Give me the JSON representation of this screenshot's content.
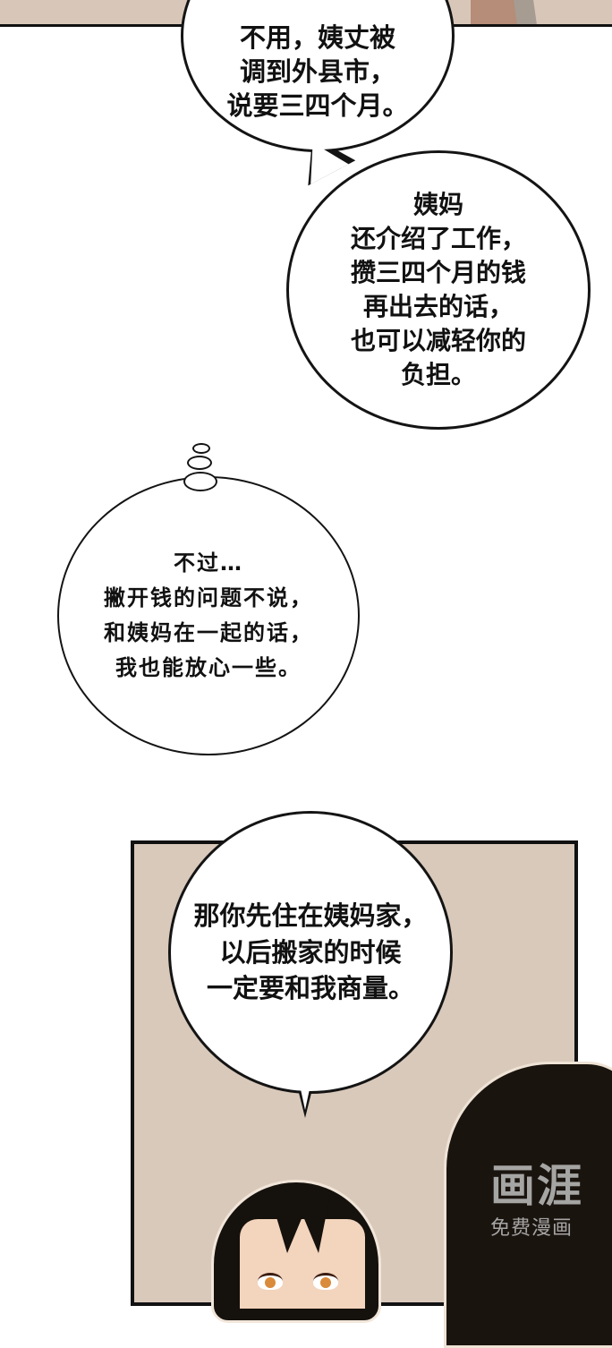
{
  "page": {
    "type": "webtoon-strip",
    "background_color": "#ffffff",
    "panel_bg_color": "#d9c9bb",
    "border_color": "#111111"
  },
  "top_panel": {
    "description": "bottom edge of previous panel"
  },
  "bubbles": [
    {
      "type": "speech",
      "text": "不用，姨丈被\n调到外县市，\n说要三四个月。"
    },
    {
      "type": "speech",
      "text": "姨妈\n还介绍了工作，\n攒三四个月的钱\n再出去的话，\n也可以减轻你的\n负担。"
    },
    {
      "type": "thought",
      "text": "不过…\n撇开钱的问题不说，\n和姨妈在一起的话，\n我也能放心一些。"
    },
    {
      "type": "speech",
      "text": "那你先住在姨妈家，\n以后搬家的时候\n一定要和我商量。"
    }
  ],
  "watermark": {
    "title": "画涯",
    "subtitle": "免费漫画"
  }
}
